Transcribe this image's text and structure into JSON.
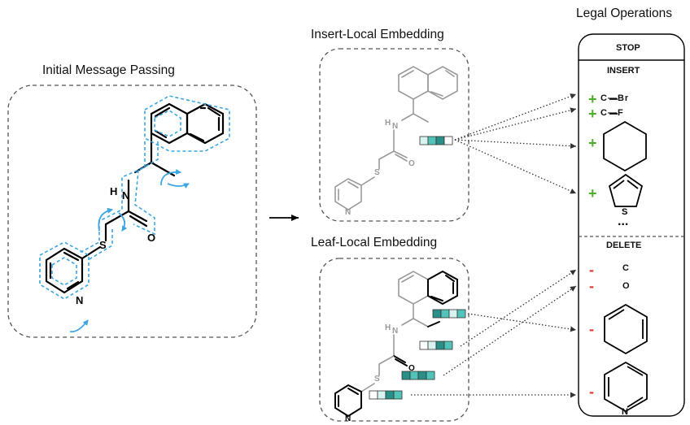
{
  "sections": {
    "initial": "Initial Message Passing",
    "insert_local": "Insert-Local Embedding",
    "leaf_local": "Leaf-Local Embedding",
    "legal_ops": "Legal Operations"
  },
  "ops": {
    "stop": "STOP",
    "insert": "INSERT",
    "delete": "DELETE",
    "ellipsis": "...",
    "plus": "+",
    "minus": "-",
    "insert_items": [
      "C—Br",
      "C—F"
    ],
    "delete_items": [
      "C",
      "O"
    ]
  },
  "atoms": {
    "h": "H",
    "n": "N",
    "o": "O",
    "s": "S"
  },
  "colors": {
    "outline": "#3aa6e3",
    "embed_dark": "#2a8f86",
    "embed_mid": "#52c3b8",
    "embed_light": "#d7f3f0",
    "insert_green": "#4caf2a",
    "delete_red": "#e53935"
  },
  "icons": [
    "arrow-right-icon",
    "embedding-vector-icon"
  ]
}
